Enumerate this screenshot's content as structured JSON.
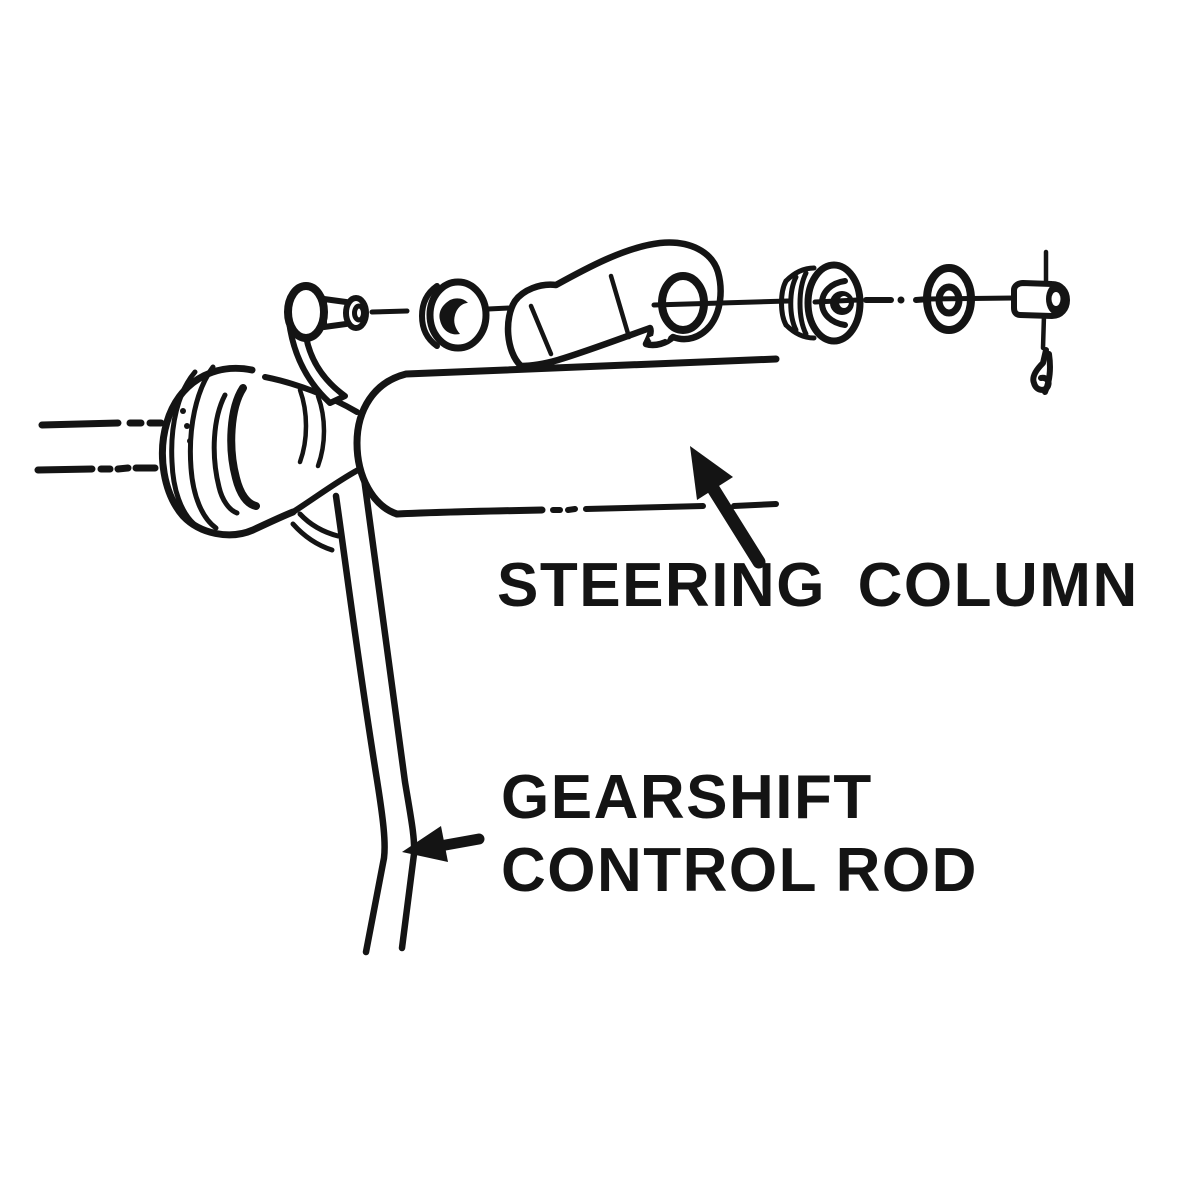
{
  "page": {
    "background": "#ffffff",
    "ink": "#141414"
  },
  "diagram": {
    "kind": "exploded-parts line drawing",
    "subject": "steering column gearshift linkage",
    "labels": {
      "steering_column": "STEERING COLUMN",
      "gearshift_line1": "GEARSHIFT",
      "gearshift_line2": "CONTROL ROD"
    },
    "callouts": [
      {
        "text": "STEERING COLUMN",
        "arrow": "up-left"
      },
      {
        "text": "GEARSHIFT CONTROL ROD",
        "arrow": "left"
      }
    ]
  }
}
